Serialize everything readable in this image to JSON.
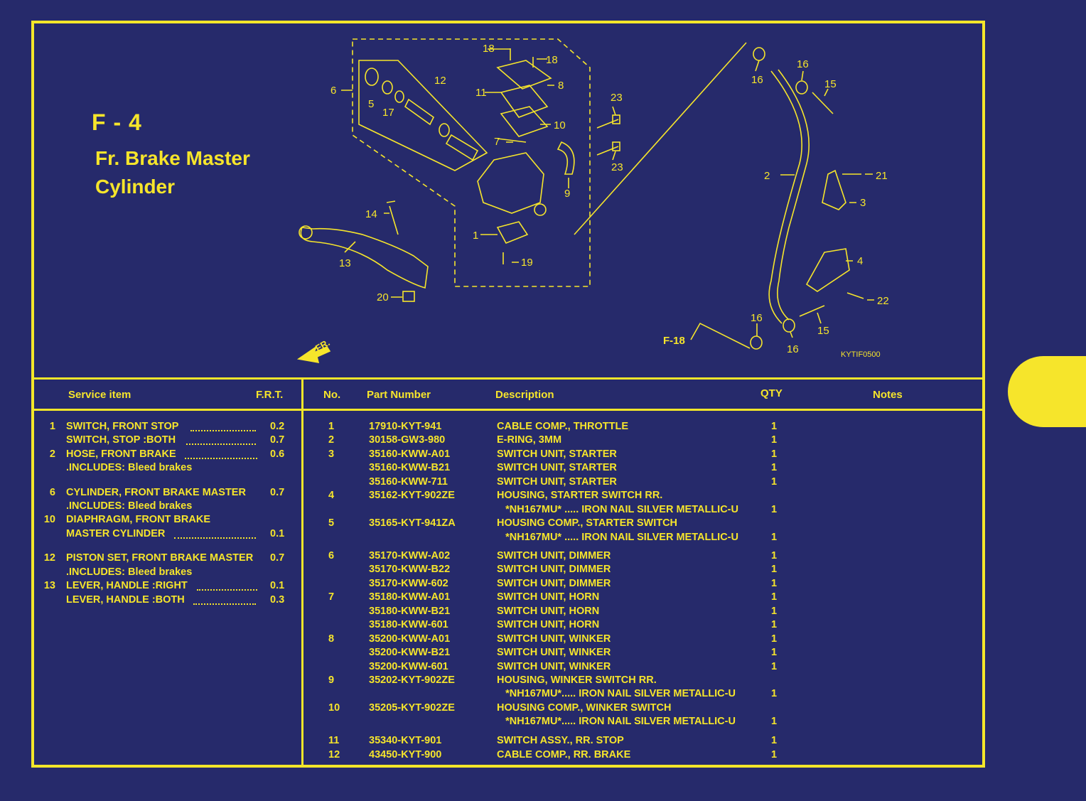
{
  "page": {
    "code": "F - 4",
    "title": "Fr. Brake Master Cylinder",
    "figure_code": "KYTIF0500",
    "ref_label": "F-18",
    "front_label": "FR."
  },
  "diagram_callouts": [
    "18",
    "18",
    "12",
    "8",
    "6",
    "11",
    "5",
    "17",
    "23",
    "10",
    "7",
    "23",
    "9",
    "16",
    "16",
    "15",
    "2",
    "21",
    "3",
    "14",
    "1",
    "13",
    "19",
    "4",
    "20",
    "22",
    "16",
    "15",
    "16"
  ],
  "service": {
    "header": {
      "item": "Service item",
      "frt": "F.R.T."
    },
    "rows": [
      {
        "no": "1",
        "desc": "SWITCH, FRONT STOP",
        "frt": "0.2"
      },
      {
        "no": "",
        "desc": "SWITCH, STOP :BOTH",
        "frt": "0.7"
      },
      {
        "no": "2",
        "desc": "HOSE, FRONT BRAKE",
        "frt": "0.6"
      },
      {
        "no": "",
        "desc": ".INCLUDES: Bleed brakes",
        "frt": ""
      },
      {
        "no": "6",
        "desc": "CYLINDER, FRONT BRAKE MASTER",
        "frt": "0.7"
      },
      {
        "no": "",
        "desc": ".INCLUDES: Bleed brakes",
        "frt": ""
      },
      {
        "no": "10",
        "desc": "DIAPHRAGM, FRONT BRAKE",
        "frt": ""
      },
      {
        "no": "",
        "desc": "MASTER CYLINDER",
        "frt": "0.1"
      },
      {
        "no": "12",
        "desc": "PISTON SET, FRONT BRAKE MASTER",
        "frt": "0.7"
      },
      {
        "no": "",
        "desc": ".INCLUDES: Bleed brakes",
        "frt": ""
      },
      {
        "no": "13",
        "desc": "LEVER, HANDLE :RIGHT",
        "frt": "0.1"
      },
      {
        "no": "",
        "desc": "LEVER, HANDLE :BOTH",
        "frt": "0.3"
      }
    ]
  },
  "parts": {
    "header": {
      "no": "No.",
      "part": "Part Number",
      "desc": "Description",
      "qty": "QTY",
      "notes": "Notes"
    },
    "rows": [
      {
        "no": "1",
        "part": "17910-KYT-941",
        "desc": "CABLE COMP., THROTTLE",
        "qty": "1"
      },
      {
        "no": "2",
        "part": "30158-GW3-980",
        "desc": "E-RING, 3MM",
        "qty": "1"
      },
      {
        "no": "3",
        "part": "35160-KWW-A01",
        "desc": "SWITCH UNIT, STARTER",
        "qty": "1"
      },
      {
        "no": "",
        "part": "35160-KWW-B21",
        "desc": "SWITCH UNIT, STARTER",
        "qty": "1"
      },
      {
        "no": "",
        "part": "35160-KWW-711",
        "desc": "SWITCH UNIT, STARTER",
        "qty": "1"
      },
      {
        "no": "4",
        "part": "35162-KYT-902ZE",
        "desc": "HOUSING, STARTER SWITCH RR.",
        "qty": ""
      },
      {
        "no": "",
        "part": "",
        "desc": "   *NH167MU* ..... IRON NAIL SILVER METALLIC-U",
        "qty": "1"
      },
      {
        "no": "5",
        "part": "35165-KYT-941ZA",
        "desc": "HOUSING COMP., STARTER SWITCH",
        "qty": ""
      },
      {
        "no": "",
        "part": "",
        "desc": "   *NH167MU* ..... IRON NAIL SILVER METALLIC-U",
        "qty": "1"
      },
      {
        "no": "6",
        "part": "35170-KWW-A02",
        "desc": "SWITCH UNIT, DIMMER",
        "qty": "1"
      },
      {
        "no": "",
        "part": "35170-KWW-B22",
        "desc": "SWITCH UNIT, DIMMER",
        "qty": "1"
      },
      {
        "no": "",
        "part": "35170-KWW-602",
        "desc": "SWITCH UNIT, DIMMER",
        "qty": "1"
      },
      {
        "no": "7",
        "part": "35180-KWW-A01",
        "desc": "SWITCH UNIT, HORN",
        "qty": "1"
      },
      {
        "no": "",
        "part": "35180-KWW-B21",
        "desc": "SWITCH UNIT, HORN",
        "qty": "1"
      },
      {
        "no": "",
        "part": "35180-KWW-601",
        "desc": "SWITCH UNIT, HORN",
        "qty": "1"
      },
      {
        "no": "8",
        "part": "35200-KWW-A01",
        "desc": "SWITCH UNIT, WINKER",
        "qty": "1"
      },
      {
        "no": "",
        "part": "35200-KWW-B21",
        "desc": "SWITCH UNIT, WINKER",
        "qty": "1"
      },
      {
        "no": "",
        "part": "35200-KWW-601",
        "desc": "SWITCH UNIT, WINKER",
        "qty": "1"
      },
      {
        "no": "9",
        "part": "35202-KYT-902ZE",
        "desc": "HOUSING, WINKER SWITCH RR.",
        "qty": ""
      },
      {
        "no": "",
        "part": "",
        "desc": "   *NH167MU*..... IRON NAIL SILVER METALLIC-U",
        "qty": "1"
      },
      {
        "no": "10",
        "part": "35205-KYT-902ZE",
        "desc": "HOUSING COMP., WINKER SWITCH",
        "qty": ""
      },
      {
        "no": "",
        "part": "",
        "desc": "   *NH167MU*..... IRON NAIL SILVER METALLIC-U",
        "qty": "1"
      },
      {
        "no": "11",
        "part": "35340-KYT-901",
        "desc": "SWITCH ASSY., RR. STOP",
        "qty": "1"
      },
      {
        "no": "12",
        "part": "43450-KYT-900",
        "desc": "CABLE COMP., RR. BRAKE",
        "qty": "1"
      }
    ]
  },
  "colors": {
    "background": "#262a6b",
    "accent": "#f6e52b"
  }
}
